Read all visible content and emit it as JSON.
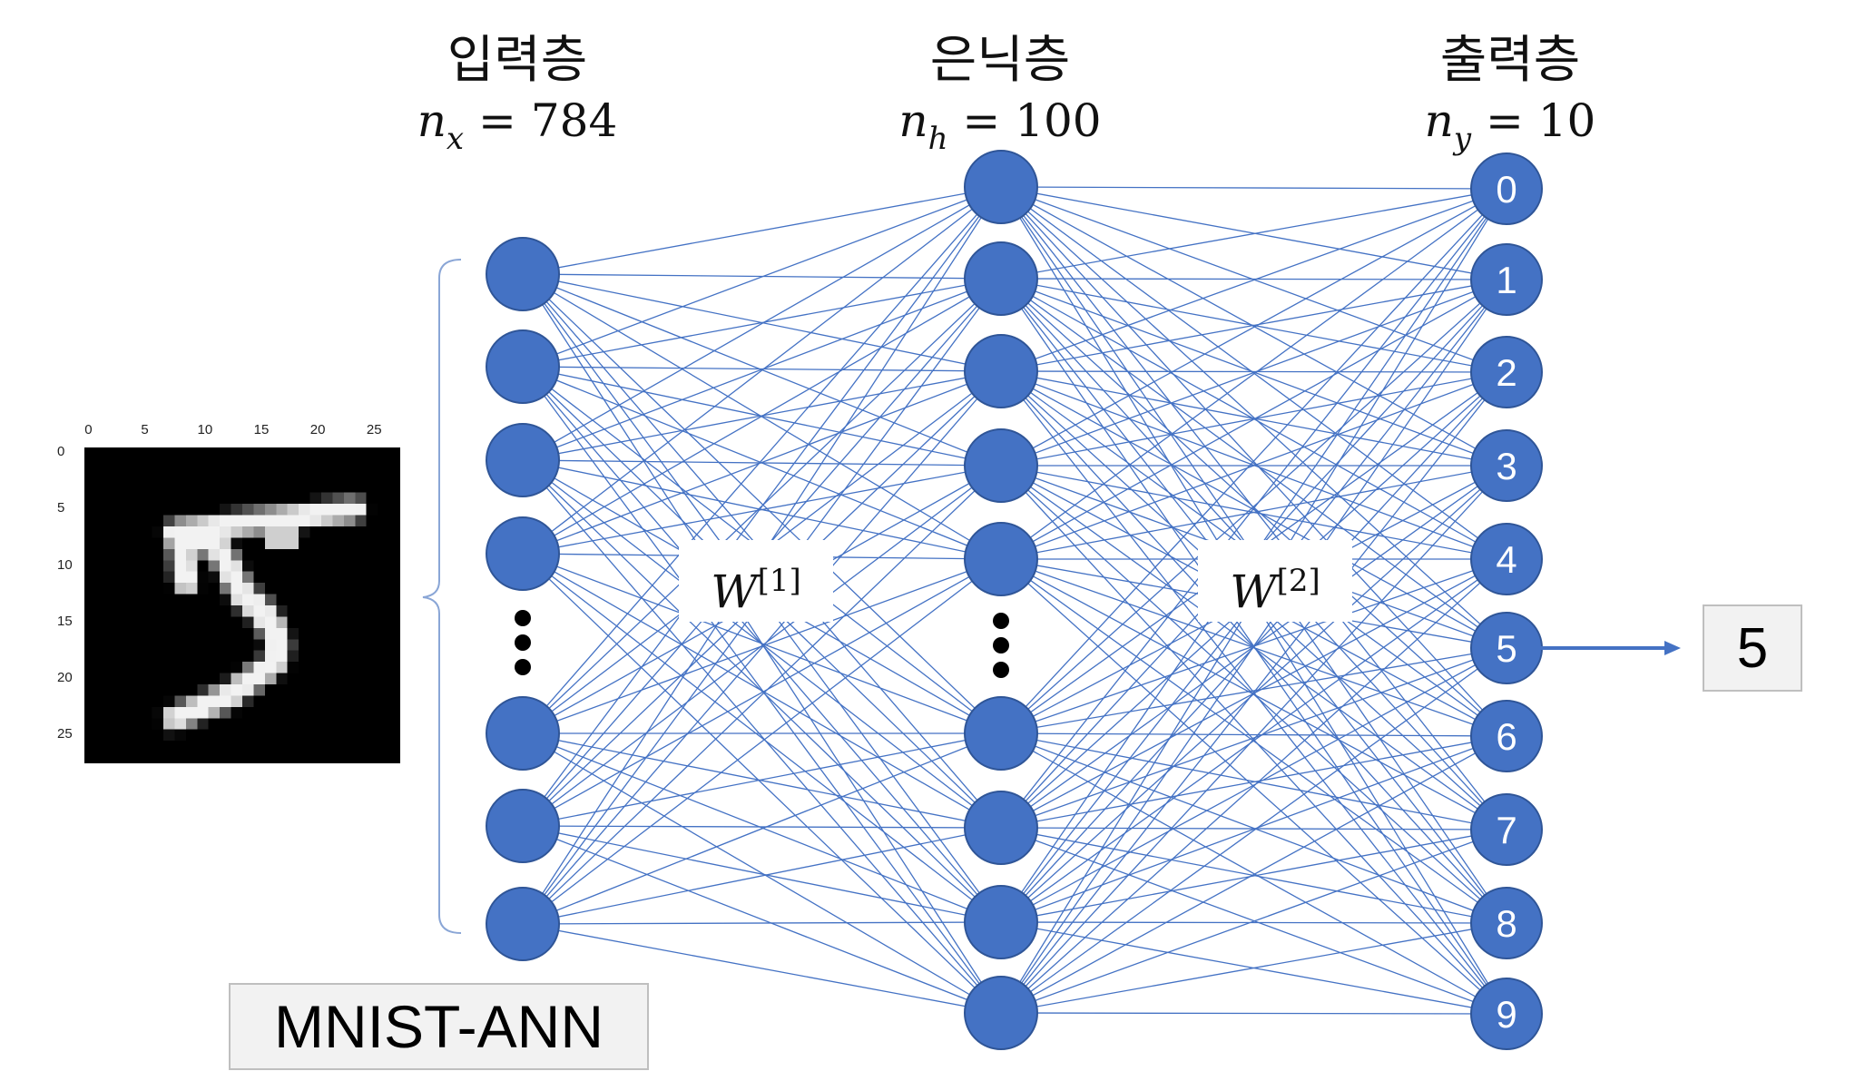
{
  "layers": {
    "input": {
      "title": "입력층",
      "symbol": "n",
      "sub": "x",
      "eq": "=",
      "value": "784"
    },
    "hidden": {
      "title": "은닉층",
      "symbol": "n",
      "sub": "h",
      "eq": "=",
      "value": "100"
    },
    "output": {
      "title": "출력층",
      "symbol": "n",
      "sub": "y",
      "eq": "=",
      "value": "10"
    }
  },
  "weights": [
    {
      "symbol": "W",
      "index": "[1]"
    },
    {
      "symbol": "W",
      "index": "[2]"
    }
  ],
  "output_labels": [
    "0",
    "1",
    "2",
    "3",
    "4",
    "5",
    "6",
    "7",
    "8",
    "9"
  ],
  "prediction": "5",
  "title_box": "MNIST-ANN",
  "image_axis": {
    "x_ticks": [
      "0",
      "5",
      "10",
      "15",
      "20",
      "25"
    ],
    "y_ticks": [
      "0",
      "5",
      "10",
      "15",
      "20",
      "25"
    ]
  },
  "colors": {
    "node_fill": "#4472c4",
    "node_stroke": "#2f5597",
    "edge": "#4472c4",
    "bracket": "#8aa6d6"
  }
}
